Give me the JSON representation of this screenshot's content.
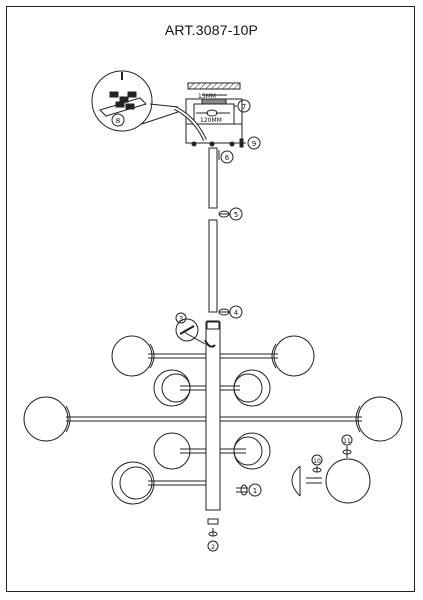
{
  "title": "ART.3087-10P",
  "labels": {
    "mount_dim_top": "15MM",
    "mount_dim_bottom": "120MM",
    "callout_1": "1",
    "callout_2": "2",
    "callout_3": "3",
    "callout_4": "4",
    "callout_5": "5",
    "callout_6": "6",
    "callout_7": "7",
    "callout_8": "8",
    "callout_9": "9",
    "callout_10": "10",
    "callout_11": "11"
  }
}
